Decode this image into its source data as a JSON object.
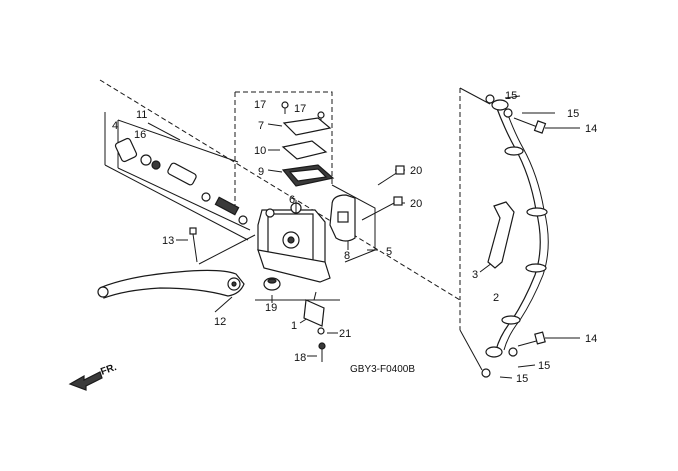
{
  "diagram": {
    "code": "GBY3-F0400B",
    "direction_label": "FR.",
    "callouts": {
      "c1": "1",
      "c2": "2",
      "c3": "3",
      "c4": "4",
      "c5": "5",
      "c6": "6",
      "c7": "7",
      "c8": "8",
      "c9": "9",
      "c10": "10",
      "c11": "11",
      "c12": "12",
      "c13": "13",
      "c14a": "14",
      "c14b": "14",
      "c15a": "15",
      "c15b": "15",
      "c15c": "15",
      "c15d": "15",
      "c16": "16",
      "c17a": "17",
      "c17b": "17",
      "c18": "18",
      "c19": "19",
      "c20a": "20",
      "c20b": "20",
      "c21": "21"
    }
  },
  "icons": {
    "direction": "arrow-front-icon"
  }
}
